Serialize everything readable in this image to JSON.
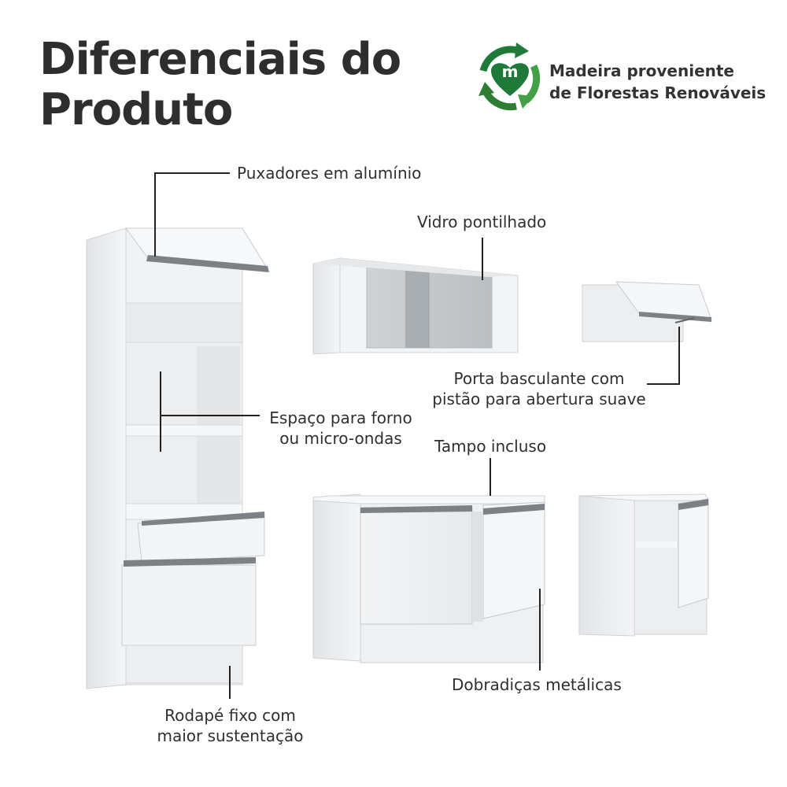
{
  "header": {
    "title_line1": "Diferenciais do",
    "title_line2": "Produto"
  },
  "badge": {
    "logo_letter": "m",
    "line1": "Madeira proveniente",
    "line2": "de Florestas Renováveis",
    "color_green": "#1f7a3a",
    "color_light_green": "#4caf50"
  },
  "callouts": {
    "handles": "Puxadores em alumínio",
    "glass": "Vidro pontilhado",
    "flap_line1": "Porta basculante com",
    "flap_line2": "pistão para abertura suave",
    "oven_line1": "Espaço para forno",
    "oven_line2": "ou micro-ondas",
    "top": "Tampo incluso",
    "hinges": "Dobradiças metálicas",
    "plinth_line1": "Rodapé fixo com",
    "plinth_line2": "maior sustentação"
  }
}
